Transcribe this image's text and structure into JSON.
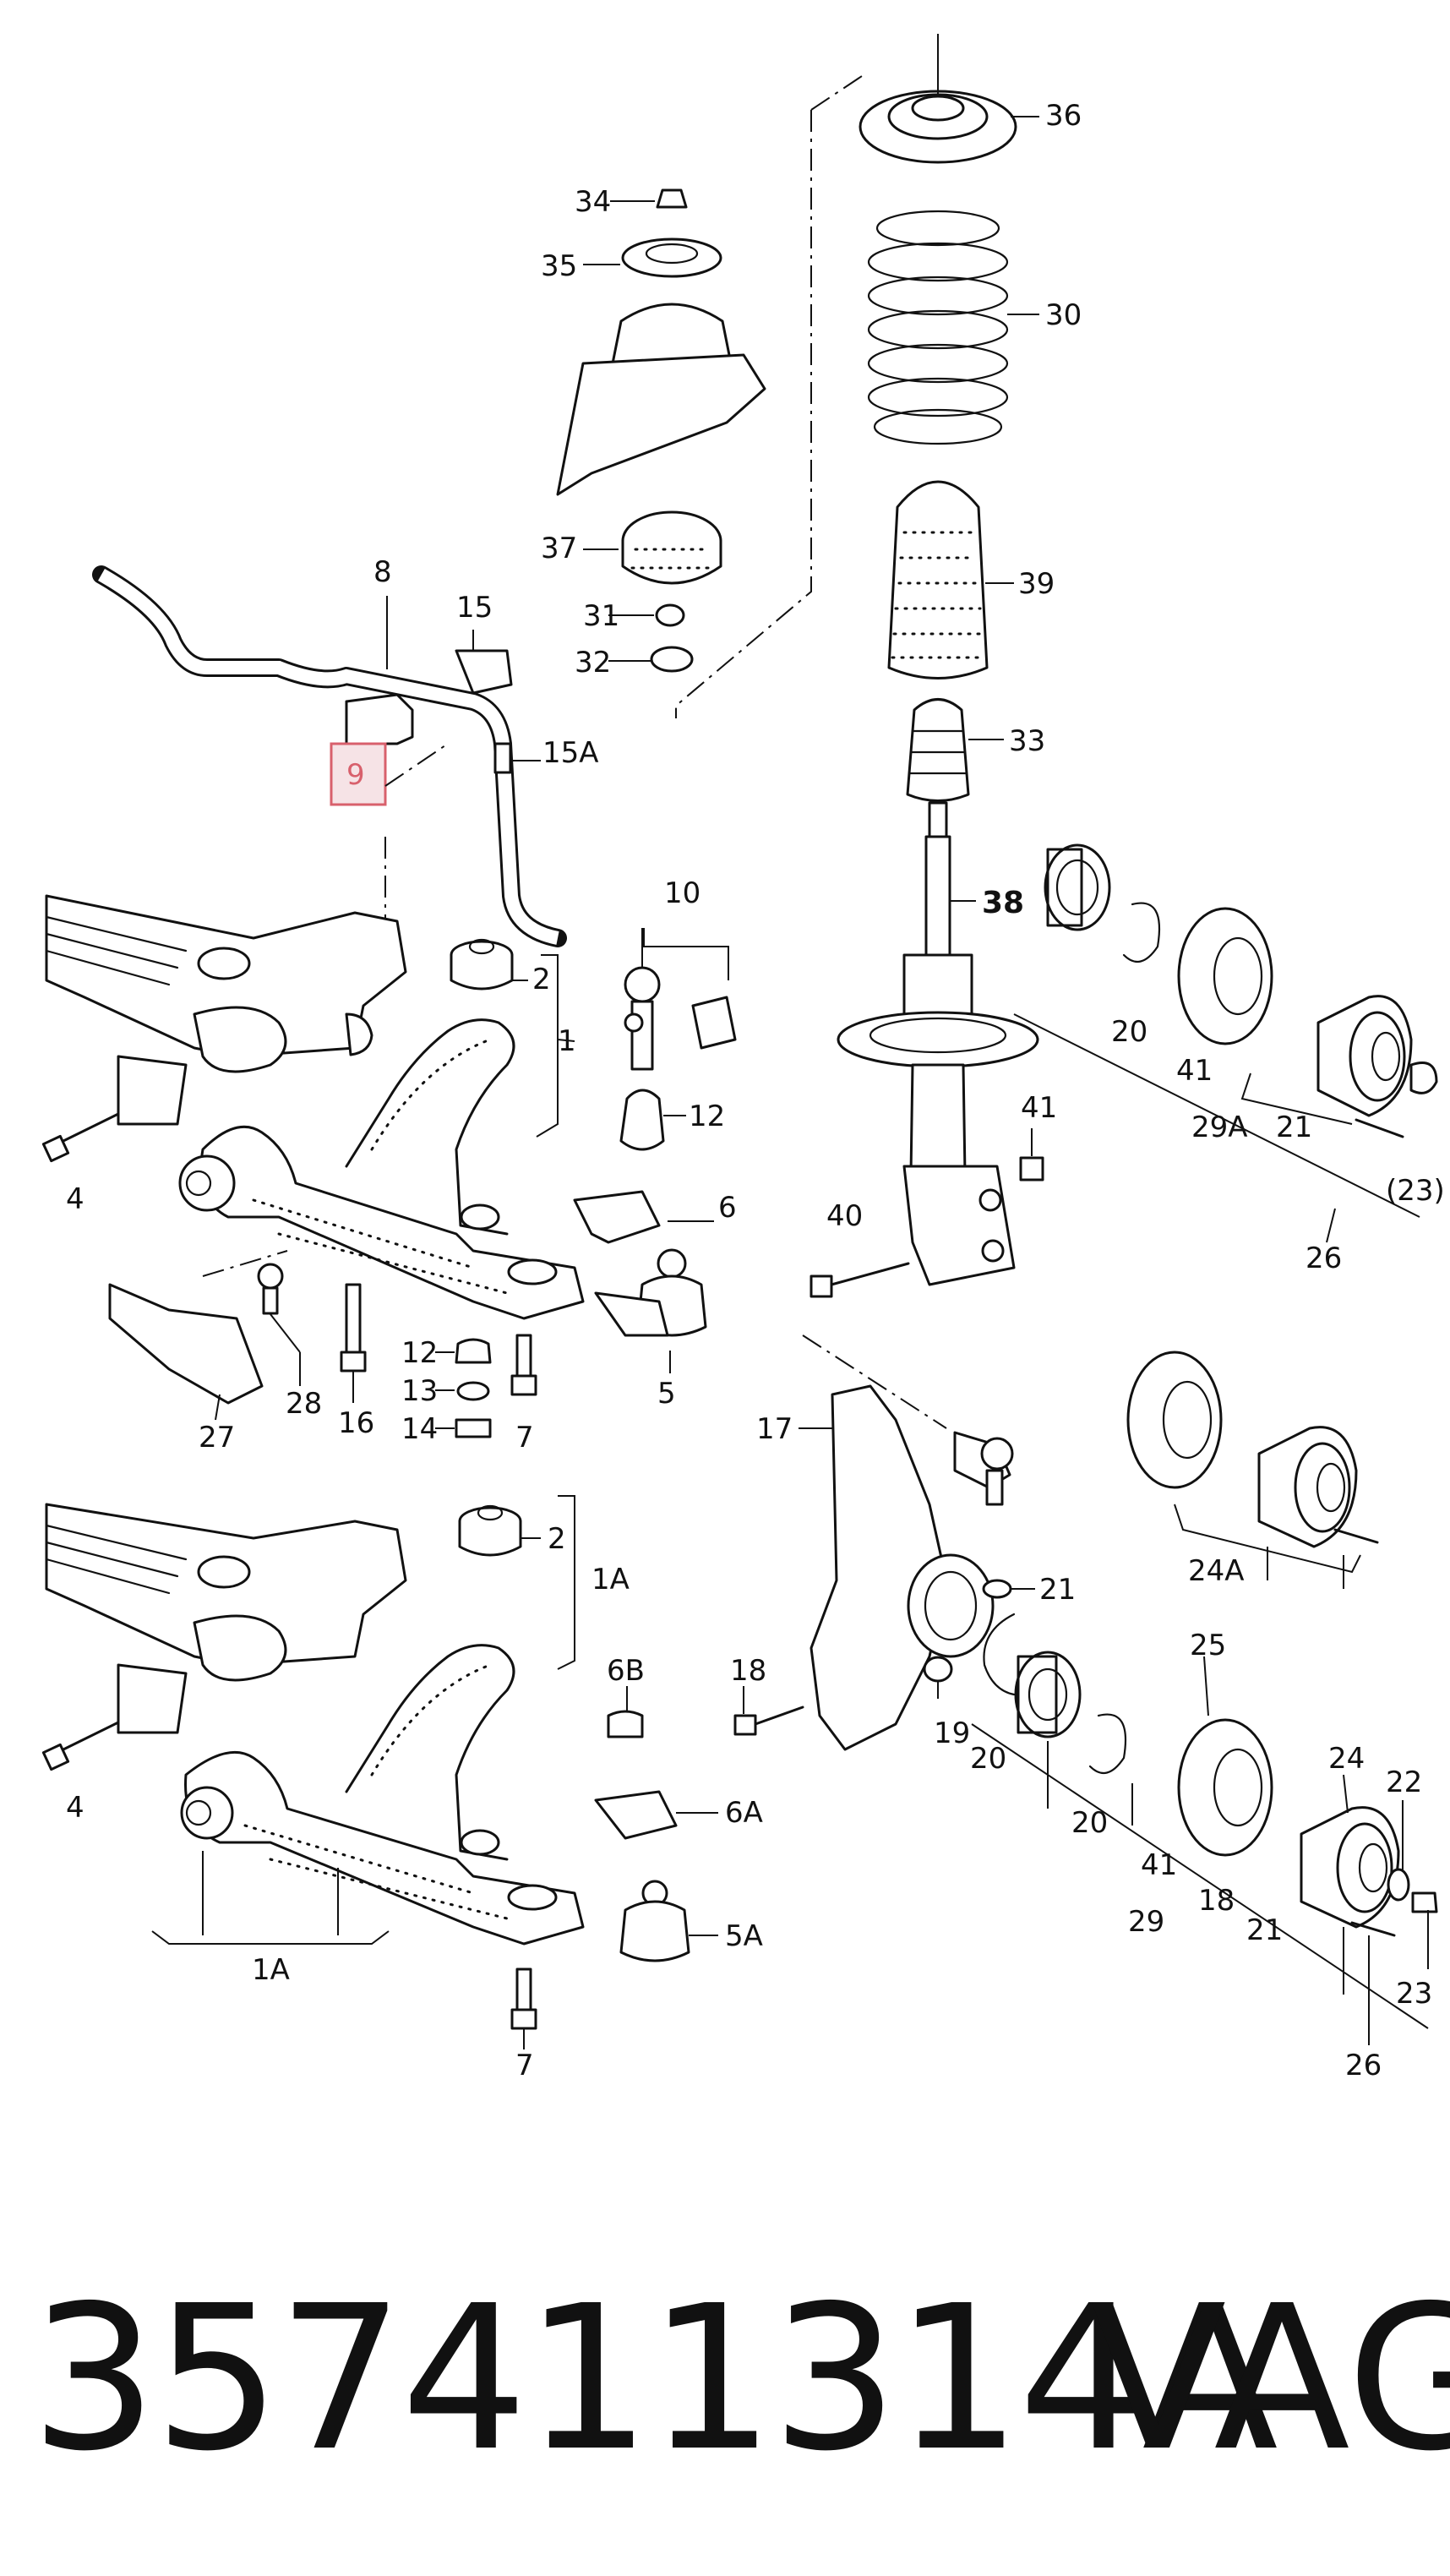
{
  "callouts": {
    "c1": "1",
    "c1A_right": "1A",
    "c1A_bottom": "1A",
    "c2_top": "2",
    "c2_bottom": "2",
    "c4_top": "4",
    "c4_bottom": "4",
    "c5": "5",
    "c5A": "5A",
    "c6": "6",
    "c6A": "6A",
    "c6B": "6B",
    "c7_top": "7",
    "c7_bottom": "7",
    "c8": "8",
    "c9": "9",
    "c10": "10",
    "c12_right": "12",
    "c12_left": "12",
    "c13": "13",
    "c14": "14",
    "c15": "15",
    "c15A": "15A",
    "c16": "16",
    "c17": "17",
    "c18_left": "18",
    "c18_right": "18",
    "c19": "19",
    "c20_a": "20",
    "c20_b": "20",
    "c20_c": "20",
    "c21_a": "21",
    "c21_b": "21",
    "c21_c": "21",
    "c22": "22",
    "c23_a": "(23)",
    "c23_b": "23",
    "c24": "24",
    "c24A": "24A",
    "c25": "25",
    "c26_a": "26",
    "c26_b": "26",
    "c27": "27",
    "c28": "28",
    "c29": "29",
    "c29A": "29A",
    "c30": "30",
    "c31": "31",
    "c32": "32",
    "c33": "33",
    "c34": "34",
    "c35": "35",
    "c36": "36",
    "c37": "37",
    "c38": "38",
    "c39": "39",
    "c40": "40",
    "c41_a": "41",
    "c41_b": "41",
    "c41_c": "41"
  },
  "footer": {
    "part_number": "357411314A",
    "brand": "VAG"
  },
  "colors": {
    "ink": "#111111",
    "highlight_border": "#d8606c",
    "highlight_fill": "#f6e3e6"
  }
}
